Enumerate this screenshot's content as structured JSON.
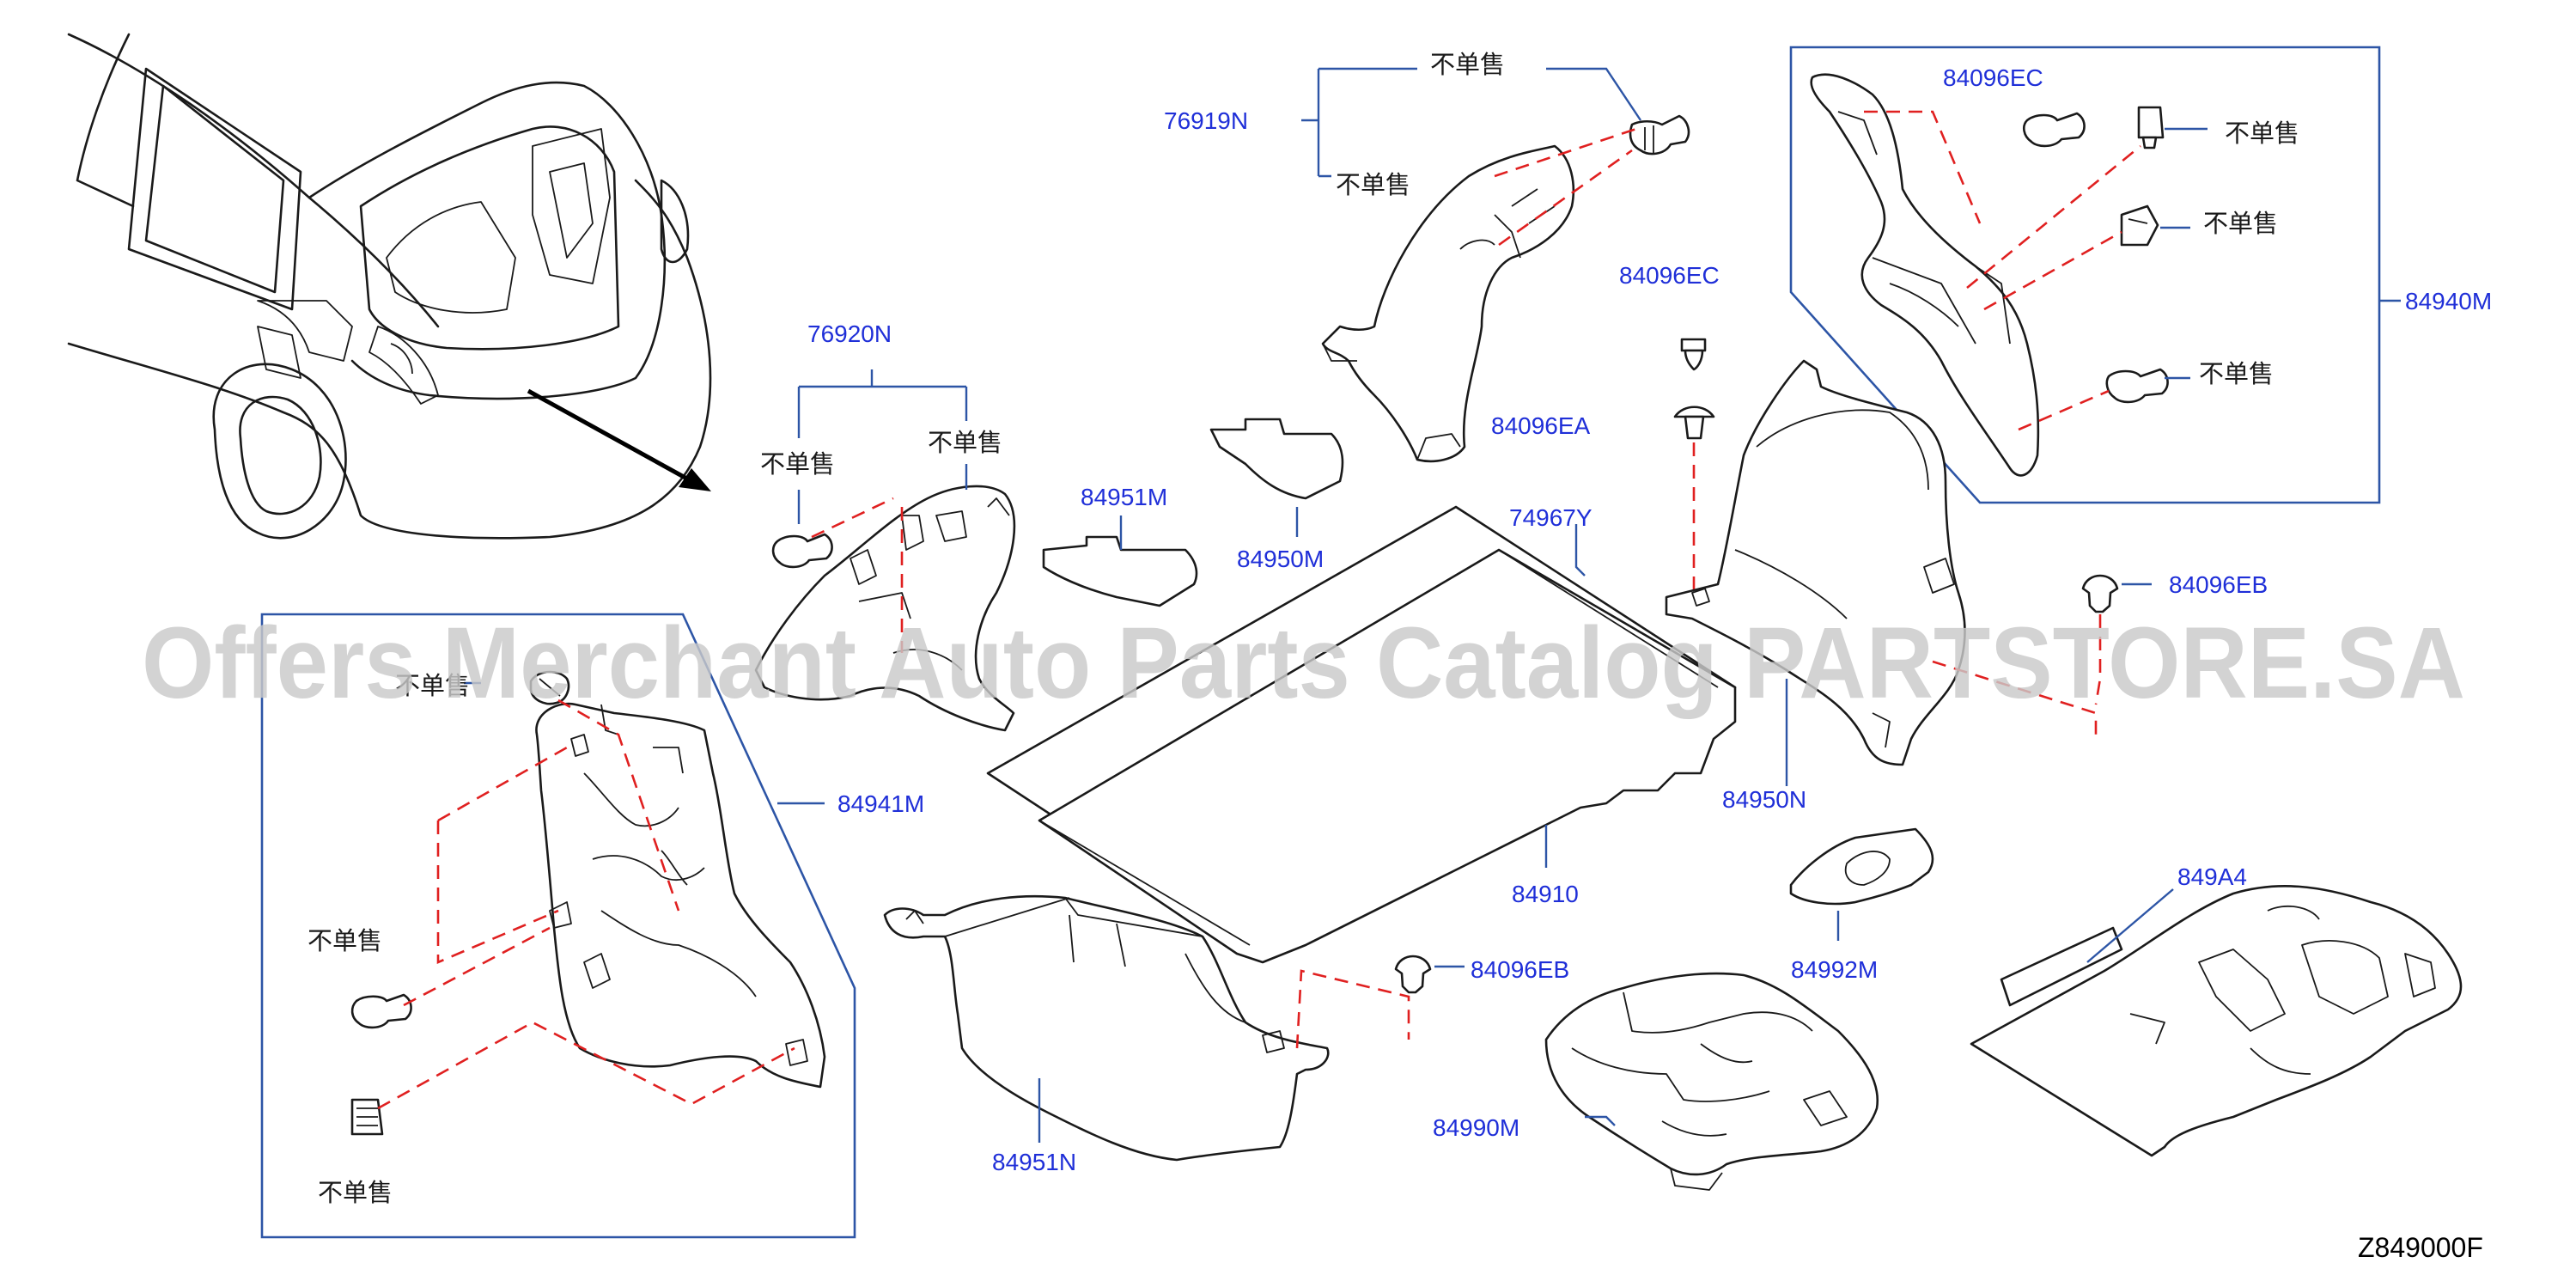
{
  "watermark": "Offers Merchant Auto Parts Catalog PARTSTORE.SA",
  "diagram_code": "Z849000F",
  "not_sold_label": "不单售",
  "part_numbers": {
    "p76919N": "76919N",
    "p76920N": "76920N",
    "p84096EC_top": "84096EC",
    "p84096EC_mid": "84096EC",
    "p84096EA": "84096EA",
    "p84096EB_right": "84096EB",
    "p84096EB_bottom": "84096EB",
    "p84940M": "84940M",
    "p84941M": "84941M",
    "p84951M": "84951M",
    "p84950M": "84950M",
    "p74967Y": "74967Y",
    "p84950N": "84950N",
    "p84910": "84910",
    "p84992M": "84992M",
    "p849A4": "849A4",
    "p84990M": "84990M",
    "p84951N": "84951N"
  }
}
